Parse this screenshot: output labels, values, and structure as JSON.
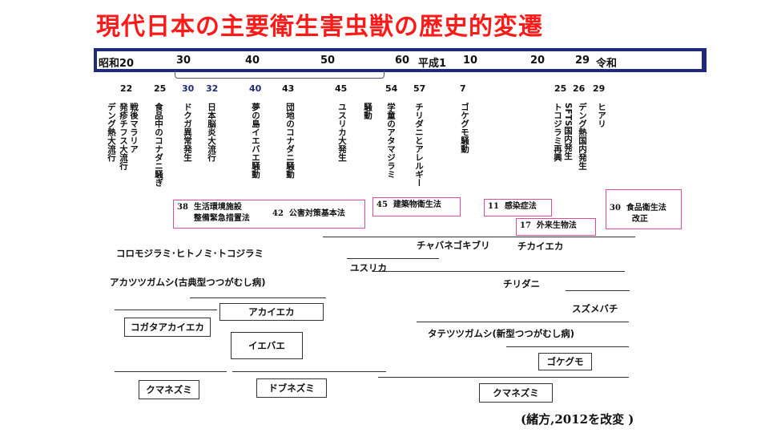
{
  "title": "現代日本の主要衛生害虫獣の歴史的変遷",
  "eras": [
    "昭和20",
    "30",
    "40",
    "50",
    "60",
    "平成1",
    "10",
    "20",
    "29",
    "令和"
  ],
  "years": [
    "22",
    "25",
    "30",
    "32",
    "40",
    "43",
    "45",
    "54",
    "57",
    "7",
    "25",
    "26",
    "29"
  ],
  "events": [
    "デング熱大流行",
    "戦後マラリア\n発疹チフス大流行",
    "食品中のコナダニ騒ぎ",
    "ドクガ異常発生",
    "日本脳炎大流行",
    "夢の島イエバエ騒動",
    "団地のコナダニ騒動",
    "ユスリカ大発生",
    "騒動",
    "学童のアタマジラミ",
    "チリダニとアレルギー",
    "ゴケグモ騒動",
    "SFTS国内発生\nトコジラミ再興",
    "デング熱国内発生",
    "ヒアリ"
  ],
  "laws": [
    "38  生活環境施設\n      整備緊急措置法",
    "42  公害対策基本法",
    "45  建築物衛生法",
    "11  感染症法",
    "17  外来生物法",
    "30  食品衛生法\n        改正"
  ],
  "pests": [
    "コロモジラミ･ヒトノミ･トコジラミ",
    "アカツツガムシ(古典型つつがむし病)",
    "チャバネゴキブリ",
    "チカイエカ",
    "ユスリカ",
    "チリダニ",
    "スズメバチ",
    "タテツツガムシ(新型つつがむし病)"
  ],
  "boxed": [
    "アカイエカ",
    "コガタアカイエカ",
    "イエバエ",
    "ゴケグモ",
    "クマネズミ",
    "ドブネズミ",
    "クマネズミ"
  ],
  "source": "(緒方,2012を改変 )",
  "colors": {
    "title": "#ff1a1a",
    "bar": "#1f2a7a",
    "law_border": "#e34a9a"
  }
}
